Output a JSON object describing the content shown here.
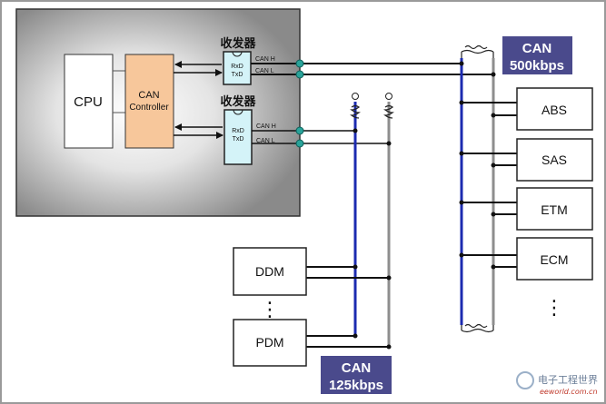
{
  "diagram": {
    "cpu_label": "CPU",
    "controller_label_1": "CAN",
    "controller_label_2": "Controller",
    "transceiver_title": "收发器",
    "transceiver_title_2": "收发器",
    "rxd": "RxD",
    "txd": "TxD",
    "rxd_2": "RxD",
    "txd_2": "TxD",
    "pin_canh": "CAN H",
    "pin_canl": "CAN L",
    "pin_canh_2": "CAN H",
    "pin_canl_2": "CAN L",
    "bus_high_line1": "CAN",
    "bus_high_line2": "500kbps",
    "bus_low_line1": "CAN",
    "bus_low_line2": "125kbps",
    "nodes_high": [
      "ABS",
      "SAS",
      "ETM",
      "ECM"
    ],
    "nodes_low": [
      "DDM",
      "PDM"
    ],
    "ellipsis": "⋮",
    "ellipsis_2": "⋮"
  },
  "watermark": {
    "name": "电子工程世界",
    "url": "eeworld.com.cn"
  },
  "colors": {
    "bus_blue": "#1c2bb0",
    "bus_gray": "#8e8e8e",
    "controller_fill": "#f7c79b",
    "transceiver_fill": "#d4f3f8",
    "badge_fill": "#4a4a8c",
    "node_dot": "#2aa39a"
  }
}
